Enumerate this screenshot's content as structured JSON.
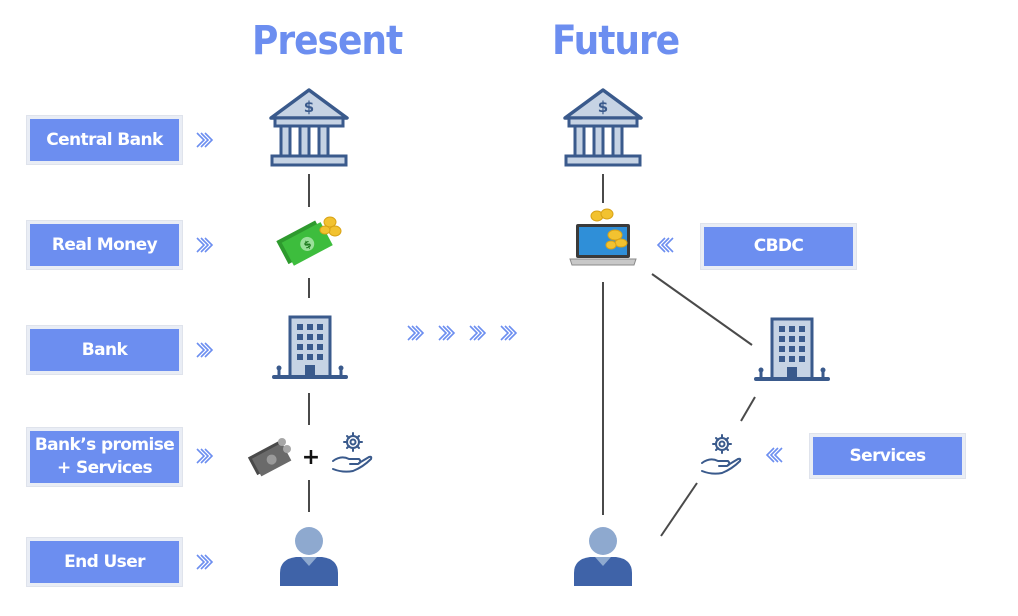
{
  "headings": {
    "present": "Present",
    "future": "Future"
  },
  "present_labels": [
    {
      "key": "central_bank",
      "lines": [
        "Central Bank"
      ]
    },
    {
      "key": "real_money",
      "lines": [
        "Real Money"
      ]
    },
    {
      "key": "bank",
      "lines": [
        "Bank"
      ]
    },
    {
      "key": "promise",
      "lines": [
        "Bank’s promise",
        "+ Services"
      ]
    },
    {
      "key": "end_user",
      "lines": [
        "End User"
      ]
    }
  ],
  "future_labels": {
    "cbdc": "CBDC",
    "services": "Services"
  },
  "plus_sign": "+",
  "colors": {
    "accent": "#6c8ef0",
    "icon_dark": "#3a5a8c",
    "icon_mid": "#6d8fc1",
    "icon_light": "#c6d3e4",
    "money_green": "#3dbd3d",
    "coin_gold": "#f2c230",
    "line": "#4a4a4a"
  },
  "icons": [
    "bank-building-icon",
    "cash-coins-icon",
    "office-building-icon",
    "cash-bag-icon",
    "hand-gear-icon",
    "user-icon",
    "laptop-coins-icon",
    "chevron-right-icon",
    "chevron-left-icon"
  ]
}
